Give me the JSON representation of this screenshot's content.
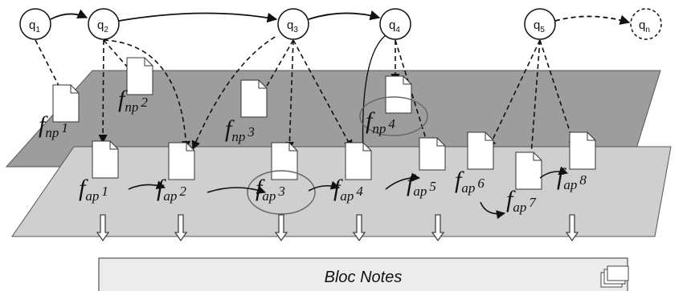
{
  "queries": [
    {
      "main": "q",
      "sub": "1"
    },
    {
      "main": "q",
      "sub": "2"
    },
    {
      "main": "q",
      "sub": "3"
    },
    {
      "main": "q",
      "sub": "4"
    },
    {
      "main": "q",
      "sub": "5"
    },
    {
      "main": "q",
      "sub": "n"
    }
  ],
  "np_docs": [
    {
      "prefix": "f",
      "sub": "np",
      "num": "1"
    },
    {
      "prefix": "f",
      "sub": "np",
      "num": "2"
    },
    {
      "prefix": "f",
      "sub": "np",
      "num": "3"
    },
    {
      "prefix": "f",
      "sub": "np",
      "num": "4"
    }
  ],
  "ap_docs": [
    {
      "prefix": "f",
      "sub": "ap",
      "num": "1"
    },
    {
      "prefix": "f",
      "sub": "ap",
      "num": "2"
    },
    {
      "prefix": "f",
      "sub": "ap",
      "num": "3"
    },
    {
      "prefix": "f",
      "sub": "ap",
      "num": "4"
    },
    {
      "prefix": "f",
      "sub": "ap",
      "num": "5"
    },
    {
      "prefix": "f",
      "sub": "ap",
      "num": "6"
    },
    {
      "prefix": "f",
      "sub": "ap",
      "num": "7"
    },
    {
      "prefix": "f",
      "sub": "ap",
      "num": "8"
    }
  ],
  "bloc_notes": {
    "label": "Bloc Notes"
  },
  "colors": {
    "upper_plane": "#9d9d9d",
    "lower_plane": "#cfcfcf",
    "stroke": "#111111"
  }
}
